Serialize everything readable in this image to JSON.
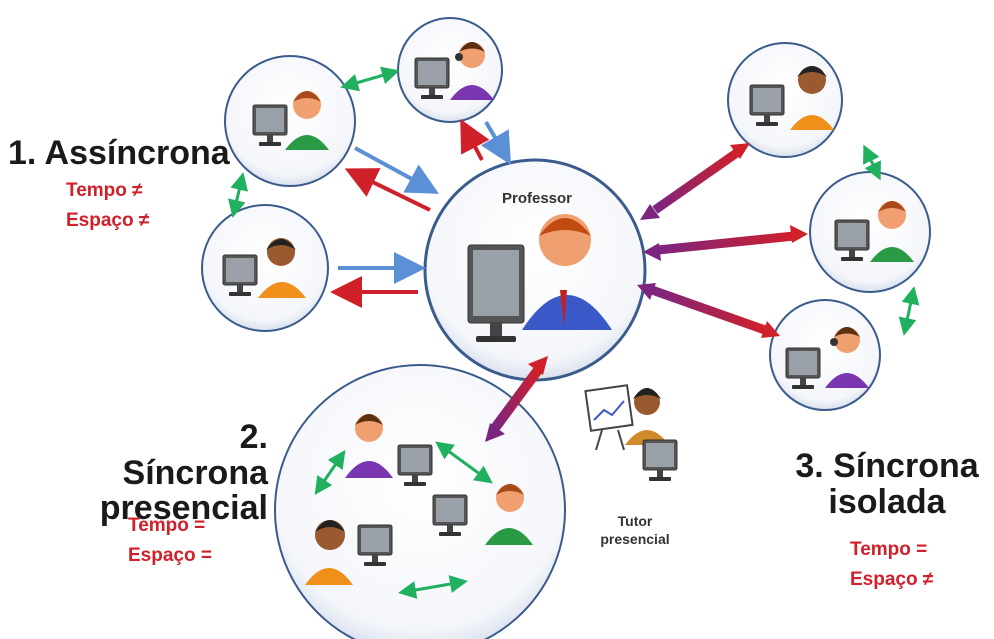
{
  "professor_label": "Professor",
  "modes": [
    {
      "title_line1": "1. Assíncrona",
      "title_line2": "",
      "tempo": "Tempo ≠",
      "espaco": "Espaço ≠"
    },
    {
      "title_line1": "2. Síncrona",
      "title_line2": "presencial",
      "tempo": "Tempo =",
      "espaco": "Espaço ="
    },
    {
      "title_line1": "3. Síncrona",
      "title_line2": "isolada",
      "tempo": "Tempo =",
      "espaco": "Espaço ≠"
    }
  ],
  "tutor_label": {
    "line1": "Tutor",
    "line2": "presencial"
  },
  "colors": {
    "circle_stroke": "#3a5b8c",
    "arrow_blue": "#5b8fd6",
    "arrow_red": "#d0202a",
    "arrow_green": "#20b060",
    "arrow_purple": "#7b2580",
    "label_red": "#d0202a"
  }
}
